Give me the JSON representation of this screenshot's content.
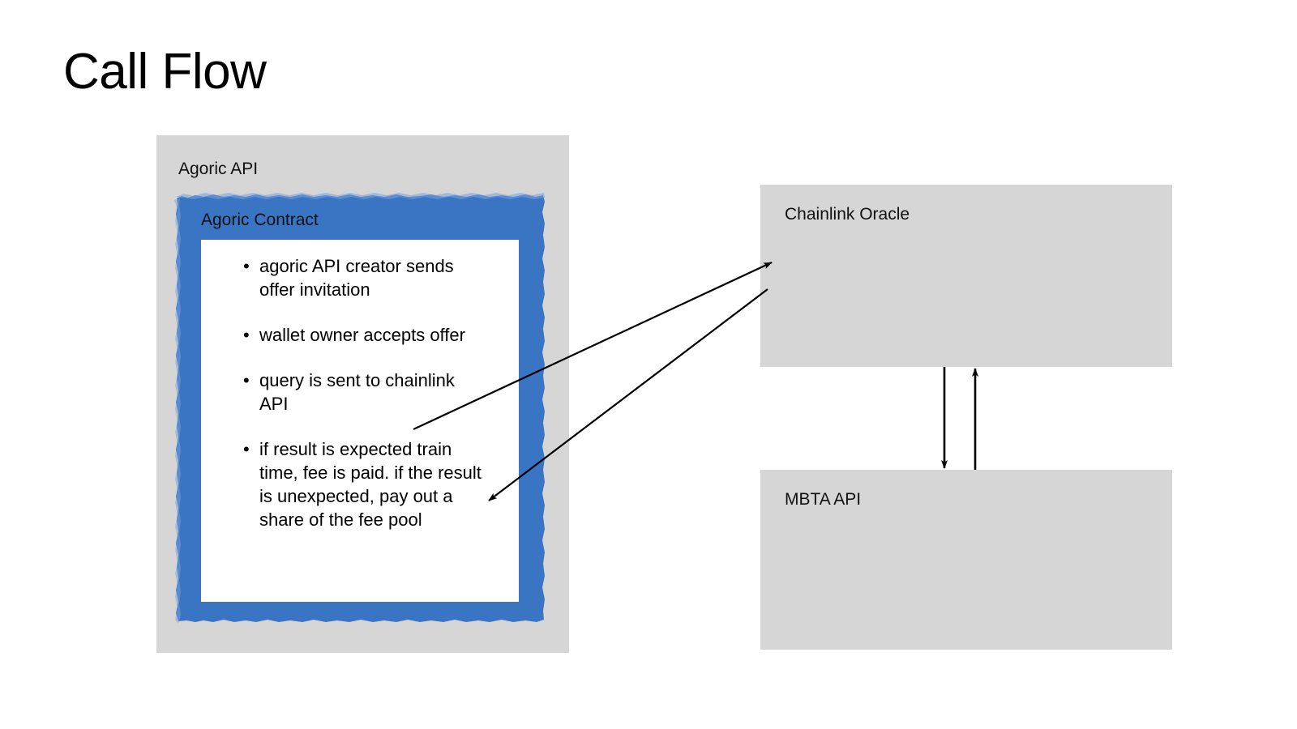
{
  "slide": {
    "title": "Call Flow",
    "background_color": "#ffffff"
  },
  "colors": {
    "container_gray": "#d6d6d6",
    "contract_blue": "#3a75c4",
    "inner_white": "#ffffff",
    "arrow_black": "#000000",
    "text": "#000000"
  },
  "agoric_api": {
    "label": "Agoric API",
    "contract": {
      "label": "Agoric Contract",
      "bullet_marker": "•",
      "bullets": [
        "agoric API creator sends offer invitation",
        "wallet owner accepts offer",
        "query is sent to chainlink API",
        "if result is expected train time, fee is paid. if the result is unexpected, pay out a share of the fee pool"
      ]
    }
  },
  "chainlink_oracle": {
    "label": "Chainlink Oracle"
  },
  "mbta_api": {
    "label": "MBTA API"
  },
  "connections": [
    {
      "name": "contract-to-oracle",
      "from": "Agoric Contract",
      "to": "Chainlink Oracle",
      "direction": "right-up"
    },
    {
      "name": "oracle-to-contract",
      "from": "Chainlink Oracle",
      "to": "Agoric Contract",
      "direction": "left-down"
    },
    {
      "name": "oracle-to-mbta",
      "from": "Chainlink Oracle",
      "to": "MBTA API",
      "direction": "down"
    },
    {
      "name": "mbta-to-oracle",
      "from": "MBTA API",
      "to": "Chainlink Oracle",
      "direction": "up"
    }
  ]
}
